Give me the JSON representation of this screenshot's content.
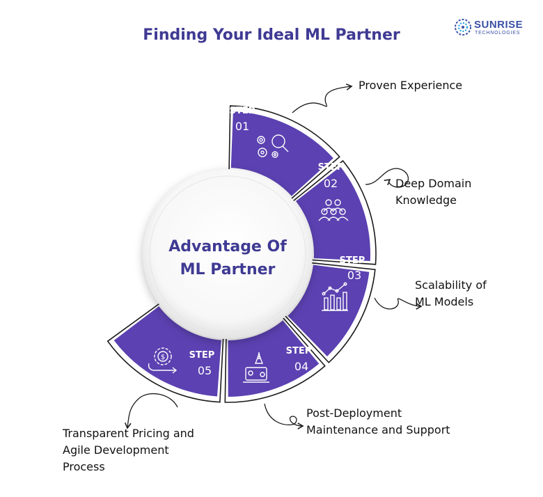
{
  "title": "Finding Your Ideal ML Partner",
  "logo": {
    "name": "SUNRISE",
    "sub": "TECHNOLOGIES"
  },
  "center": {
    "line1": "Advantage Of",
    "line2": "ML Partner"
  },
  "steps": [
    {
      "label": "STEP",
      "number": "01",
      "text_lines": [
        "Proven Experience"
      ],
      "icon": "search-gears-icon"
    },
    {
      "label": "STEP",
      "number": "02",
      "text_lines": [
        "Deep Domain",
        "Knowledge"
      ],
      "icon": "team-icon"
    },
    {
      "label": "STEP",
      "number": "03",
      "text_lines": [
        "Scalability of",
        "ML Models"
      ],
      "icon": "growth-chart-icon"
    },
    {
      "label": "STEP",
      "number": "04",
      "text_lines": [
        "Post-Deployment",
        "Maintenance and Support"
      ],
      "icon": "rocket-laptop-icon"
    },
    {
      "label": "STEP",
      "number": "05",
      "text_lines": [
        "Transparent Pricing and",
        "Agile Development",
        "Process"
      ],
      "icon": "dollar-gear-icon"
    }
  ],
  "colors": {
    "segment": "#5b41b1",
    "title": "#3f3a93",
    "outline": "#1a1a1a"
  }
}
